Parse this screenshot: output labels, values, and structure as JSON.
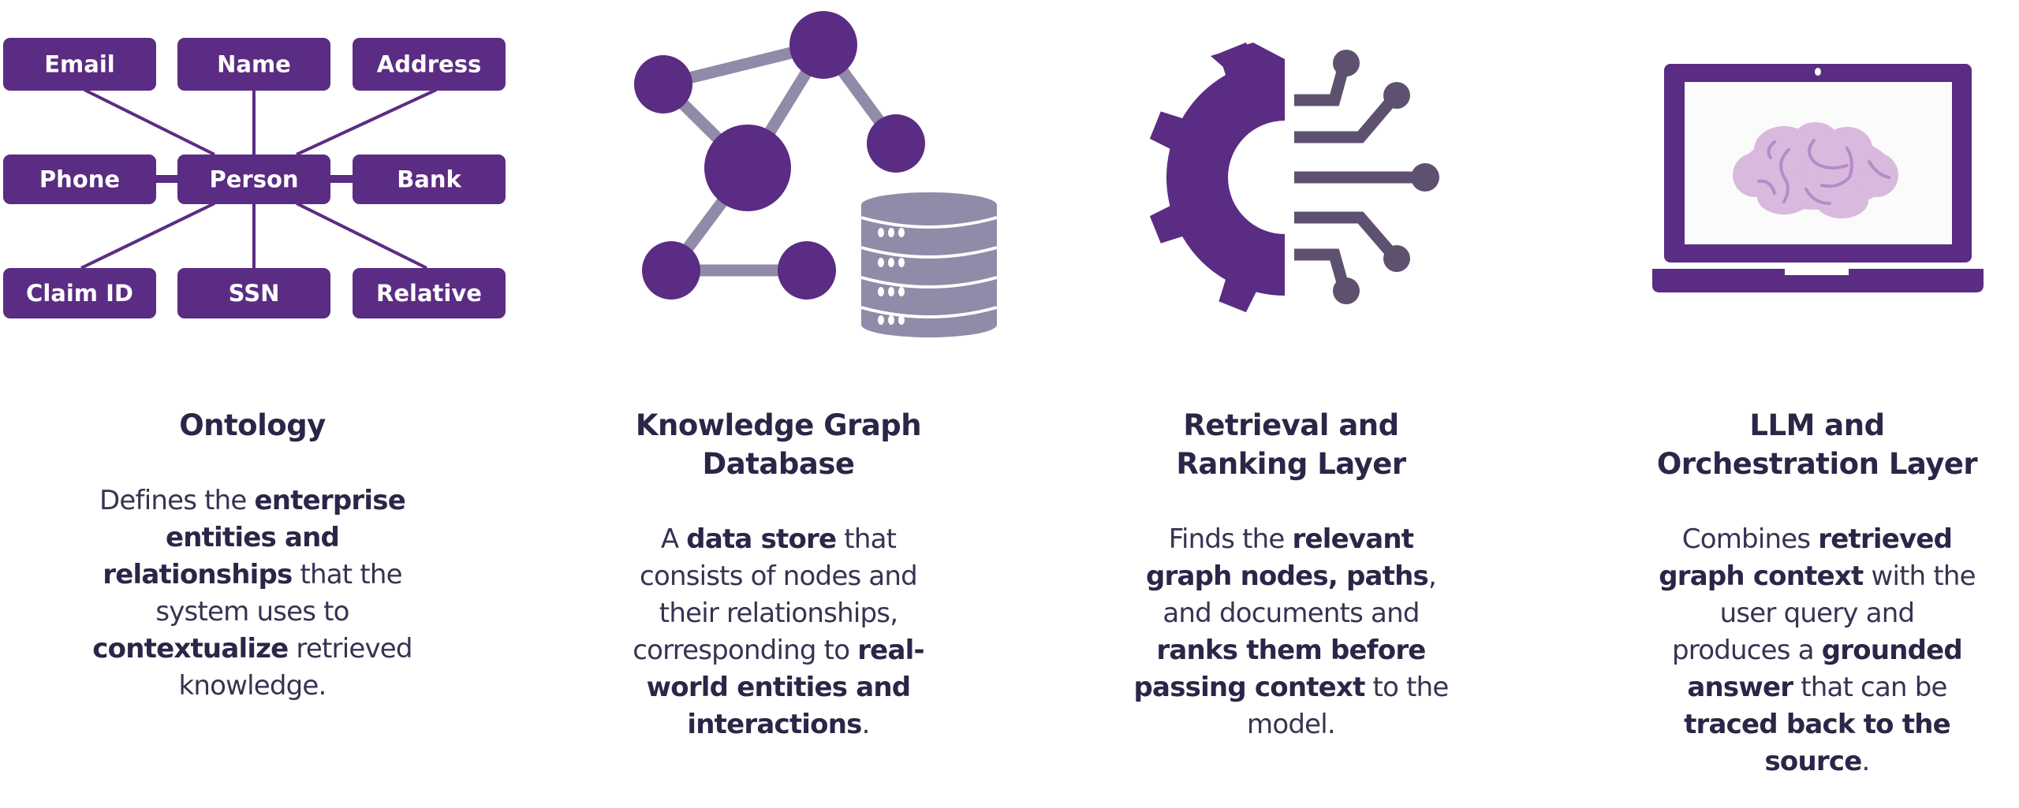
{
  "colors": {
    "purple": "#5b2c83",
    "gray_purple": "#918aa8",
    "circuit_gray": "#5e5170",
    "brain_pink": "#dab9de",
    "brain_line": "#b58cc9",
    "text_dark": "#2d2547"
  },
  "ontology": {
    "boxes": [
      "Email",
      "Name",
      "Address",
      "Phone",
      "Person",
      "Bank",
      "Claim ID",
      "SSN",
      "Relative"
    ]
  },
  "columns": [
    {
      "title": [
        "Ontology"
      ],
      "icon": "ontology-diagram-icon",
      "body": [
        [
          {
            "t": "Defines the ",
            "b": false
          },
          {
            "t": "enterprise",
            "b": true
          }
        ],
        [
          {
            "t": "entities and",
            "b": true
          }
        ],
        [
          {
            "t": "relationships",
            "b": true
          },
          {
            "t": " that the",
            "b": false
          }
        ],
        [
          {
            "t": "system uses to",
            "b": false
          }
        ],
        [
          {
            "t": "contextualize",
            "b": true
          },
          {
            "t": " retrieved",
            "b": false
          }
        ],
        [
          {
            "t": "knowledge.",
            "b": false
          }
        ]
      ]
    },
    {
      "title": [
        "Knowledge Graph",
        "Database"
      ],
      "icon": "graph-database-icon",
      "body": [
        [
          {
            "t": "A ",
            "b": false
          },
          {
            "t": "data store",
            "b": true
          },
          {
            "t": " that",
            "b": false
          }
        ],
        [
          {
            "t": "consists of nodes and",
            "b": false
          }
        ],
        [
          {
            "t": "their relationships,",
            "b": false
          }
        ],
        [
          {
            "t": "corresponding to ",
            "b": false
          },
          {
            "t": "real-",
            "b": true
          }
        ],
        [
          {
            "t": "world entities and",
            "b": true
          }
        ],
        [
          {
            "t": "interactions",
            "b": true
          },
          {
            "t": ".",
            "b": false
          }
        ]
      ]
    },
    {
      "title": [
        "Retrieval and",
        "Ranking Layer"
      ],
      "icon": "gear-circuit-icon",
      "body": [
        [
          {
            "t": "Finds the ",
            "b": false
          },
          {
            "t": "relevant",
            "b": true
          }
        ],
        [
          {
            "t": "graph nodes, paths",
            "b": true
          },
          {
            "t": ",",
            "b": false
          }
        ],
        [
          {
            "t": "and documents and",
            "b": false
          }
        ],
        [
          {
            "t": "ranks them before",
            "b": true
          }
        ],
        [
          {
            "t": "passing context",
            "b": true
          },
          {
            "t": " to the",
            "b": false
          }
        ],
        [
          {
            "t": "model.",
            "b": false
          }
        ]
      ]
    },
    {
      "title": [
        "LLM and",
        "Orchestration Layer"
      ],
      "icon": "laptop-brain-icon",
      "body": [
        [
          {
            "t": "Combines ",
            "b": false
          },
          {
            "t": "retrieved",
            "b": true
          }
        ],
        [
          {
            "t": "graph context",
            "b": true
          },
          {
            "t": " with the",
            "b": false
          }
        ],
        [
          {
            "t": "user query and",
            "b": false
          }
        ],
        [
          {
            "t": "produces a ",
            "b": false
          },
          {
            "t": "grounded",
            "b": true
          }
        ],
        [
          {
            "t": "answer",
            "b": true
          },
          {
            "t": " that can be",
            "b": false
          }
        ],
        [
          {
            "t": "traced back to the",
            "b": true
          }
        ],
        [
          {
            "t": "source",
            "b": true
          },
          {
            "t": ".",
            "b": false
          }
        ]
      ]
    }
  ]
}
